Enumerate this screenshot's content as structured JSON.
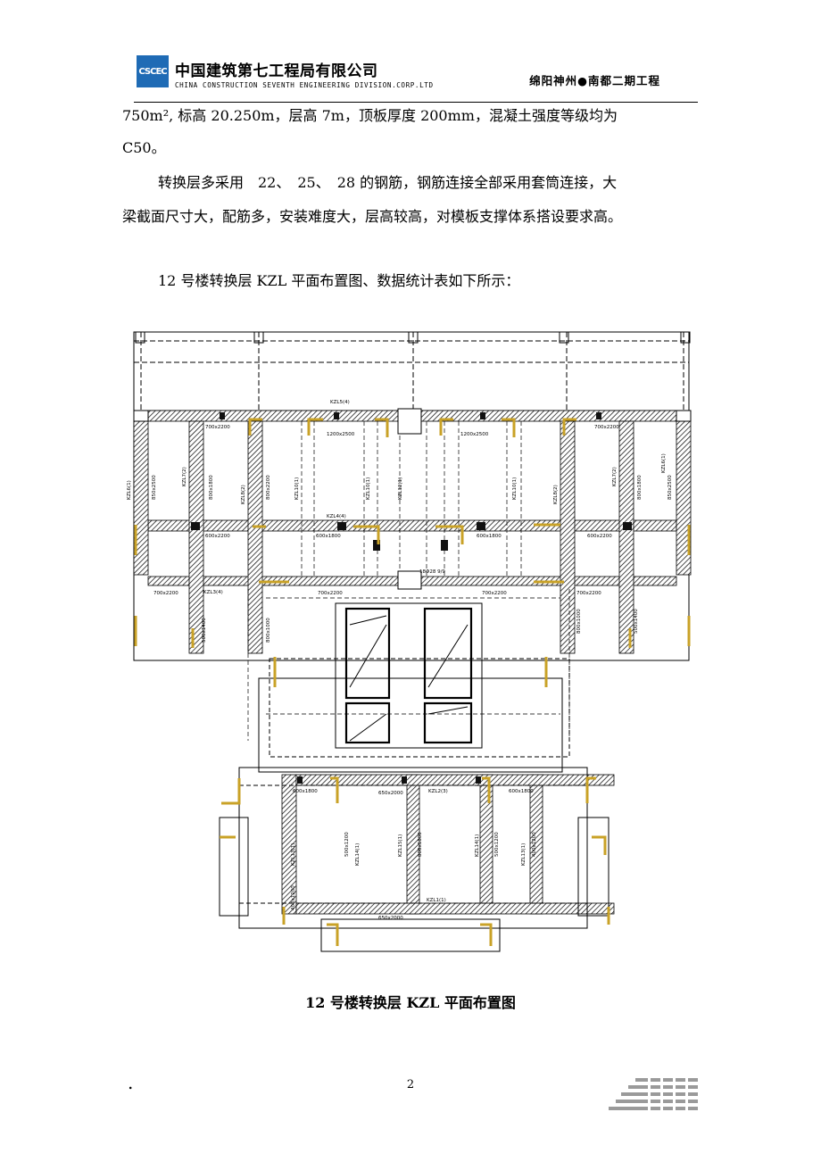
{
  "header": {
    "logo_text": "CSCEC",
    "company_cn": "中国建筑第七工程局有限公司",
    "company_en": "CHINA CONSTRUCTION SEVENTH ENGINEERING DIVISION.CORP.LTD",
    "project": "绵阳神州●南都二期工程"
  },
  "body": {
    "line1": "750m², 标高 20.250m，层高 7m，顶板厚度 200mm，混凝土强度等级均为",
    "line2": "C50。",
    "line3": "转换层多采用　22、　25、　28 的钢筋，钢筋连接全部采用套筒连接，大",
    "line4": "梁截面尺寸大，配筋多，安装难度大，层高较高，对模板支撑体系搭设要求高。",
    "line5": "12 号楼转换层 KZL 平面布置图、数据统计表如下所示："
  },
  "figure": {
    "labels": {
      "kzl5": "KZL5(4)",
      "kzl4": "KZL4(4)",
      "kzl3": "KZL3(4)",
      "kzl2": "KZL2(3)",
      "kzl1": "KZL1(1)",
      "dim_1200_left": "1200x2500",
      "dim_1200_right": "1200x2500",
      "dim_700_tl": "700x2200",
      "dim_700_tr": "700x2200",
      "dim_600_ml": "600x2200",
      "dim_600_mr": "600x2200",
      "dim_700_bl": "700x2200",
      "dim_700_bc": "700x2200",
      "dim_700_bc2": "700x2200",
      "dim_700_br": "700x2200",
      "dim_650_top": "650x2000",
      "dim_650_bot": "650x2000",
      "dim_600x1800_l": "600x1800",
      "dim_600x1800_r": "600x1800",
      "dim_600x1800_cl": "600x1800",
      "dim_600x1800_cr": "600x1800",
      "kzl6_left": "KZL6(1)",
      "kzl6_right": "KZL6(1)",
      "kzl7_left": "KZL7(2)",
      "kzl7_right": "KZL7(2)",
      "kzl8_left": "KZL8(2)",
      "kzl8_right": "KZL8(2)",
      "kzl10_a": "KZL10(1)",
      "kzl10_b": "KZL10(1)",
      "kzl10_c": "KZL10(1)",
      "kzl12": "KZL12(1)",
      "v850_l": "850x2500",
      "v850_r": "850x2500",
      "v800_1": "800x1800",
      "v800_2": "800x2200",
      "v800_3": "800x1800",
      "v500_l": "500x1400",
      "v500_r": "500x1400",
      "v800_bl": "800x1000",
      "v800_br": "800x1000",
      "kzl13": "KZL13(1)",
      "kzl13_r": "KZL13(1)",
      "kzl14": "KZL14(1)",
      "kzl14_r": "KZL14(1)",
      "kzl15": "KZL15(1)",
      "v500x1200_l": "500x1200",
      "v500x1200_r": "500x1200",
      "v400_l": "400x1200",
      "v400_r": "400x1200",
      "v800x1800_c": "800x1800",
      "rebar_note": "18Φ28 9/9"
    }
  },
  "caption": "12 号楼转换层 KZL 平面布置图",
  "footer": {
    "bullet": ".",
    "page_number": "2"
  }
}
